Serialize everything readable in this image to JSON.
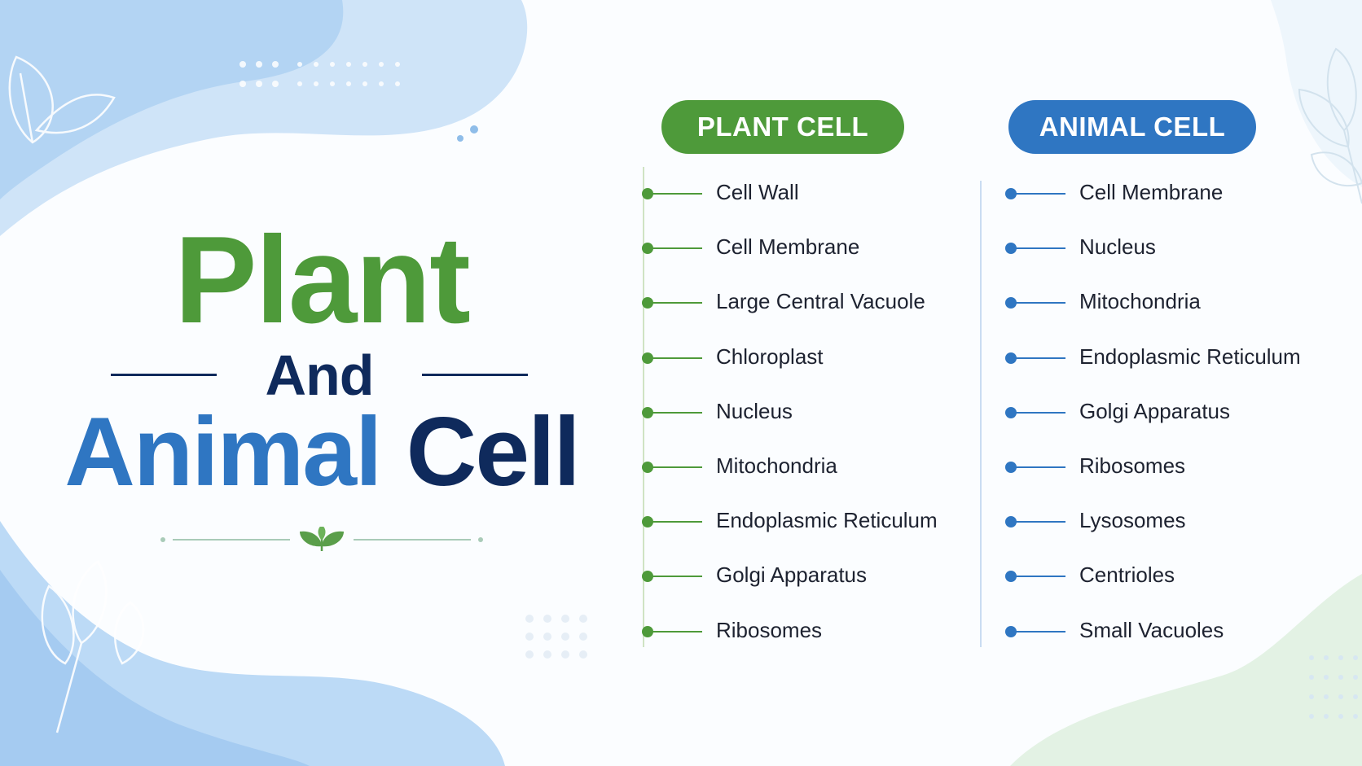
{
  "colors": {
    "plant_green": "#4e9a3a",
    "animal_blue": "#2f76c2",
    "navy": "#0f2a5c",
    "soft_blue": "#a9cff2",
    "soft_green": "#dbeedd"
  },
  "title": {
    "line1": "Plant",
    "line2": "And",
    "line3_part1": "Animal",
    "line3_part2": "Cell"
  },
  "plant_column": {
    "header": "PLANT CELL",
    "items": [
      "Cell Wall",
      "Cell Membrane",
      "Large Central Vacuole",
      "Chloroplast",
      "Nucleus",
      "Mitochondria",
      "Endoplasmic Reticulum",
      "Golgi Apparatus",
      "Ribosomes"
    ]
  },
  "animal_column": {
    "header": "ANIMAL CELL",
    "items": [
      "Cell Membrane",
      "Nucleus",
      "Mitochondria",
      "Endoplasmic Reticulum",
      "Golgi Apparatus",
      "Ribosomes",
      "Lysosomes",
      "Centrioles",
      "Small Vacuoles"
    ]
  },
  "decoration": {
    "divider_icon": "leaf-sprout-icon",
    "corner_icons": [
      "leaf-outline-icon",
      "leaf-outline-icon",
      "dot-grid-icon"
    ]
  }
}
